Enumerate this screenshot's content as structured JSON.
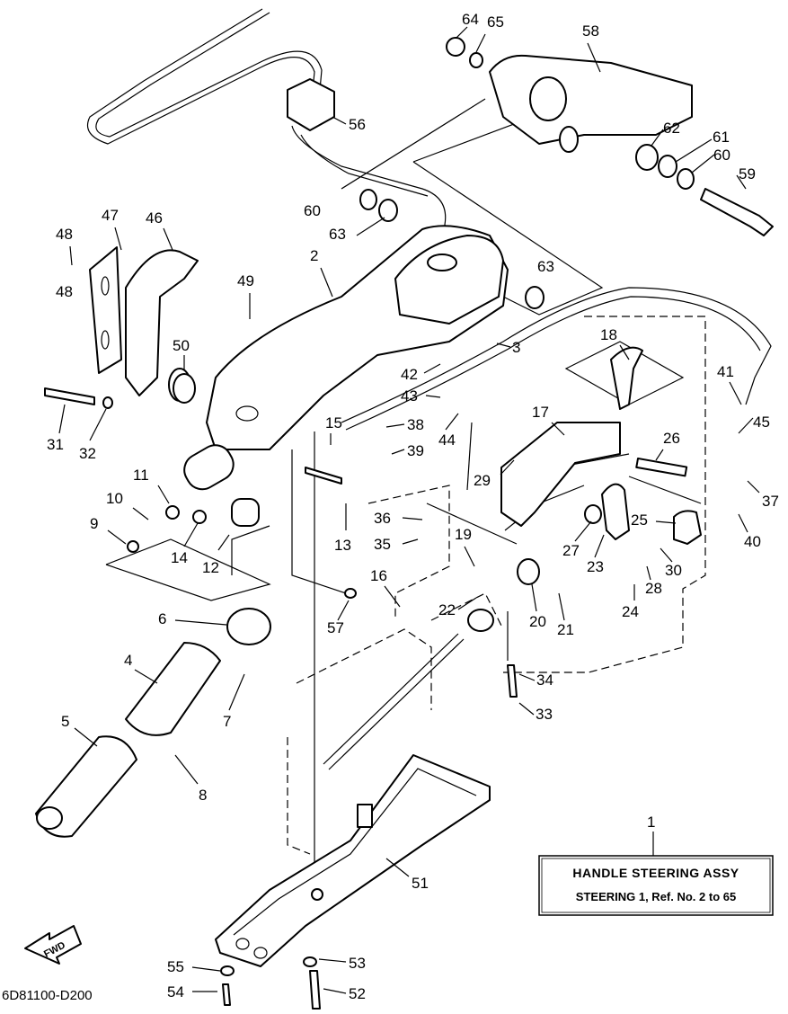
{
  "title_box": {
    "ref": "1",
    "title": "HANDLE STEERING ASSY",
    "subtitle": "STEERING 1, Ref. No. 2 to 65"
  },
  "diagram_code": "6D81100-D200",
  "fwd_label": "FWD",
  "callouts": [
    "2",
    "3",
    "4",
    "5",
    "6",
    "7",
    "8",
    "9",
    "10",
    "11",
    "12",
    "13",
    "14",
    "15",
    "16",
    "17",
    "18",
    "19",
    "20",
    "21",
    "22",
    "23",
    "24",
    "25",
    "26",
    "27",
    "28",
    "29",
    "30",
    "31",
    "32",
    "33",
    "34",
    "35",
    "36",
    "37",
    "38",
    "39",
    "40",
    "41",
    "42",
    "43",
    "44",
    "45",
    "46",
    "47",
    "48",
    "48",
    "49",
    "50",
    "51",
    "52",
    "53",
    "54",
    "55",
    "56",
    "57",
    "58",
    "59",
    "60",
    "60",
    "61",
    "62",
    "63",
    "63",
    "64",
    "65"
  ]
}
